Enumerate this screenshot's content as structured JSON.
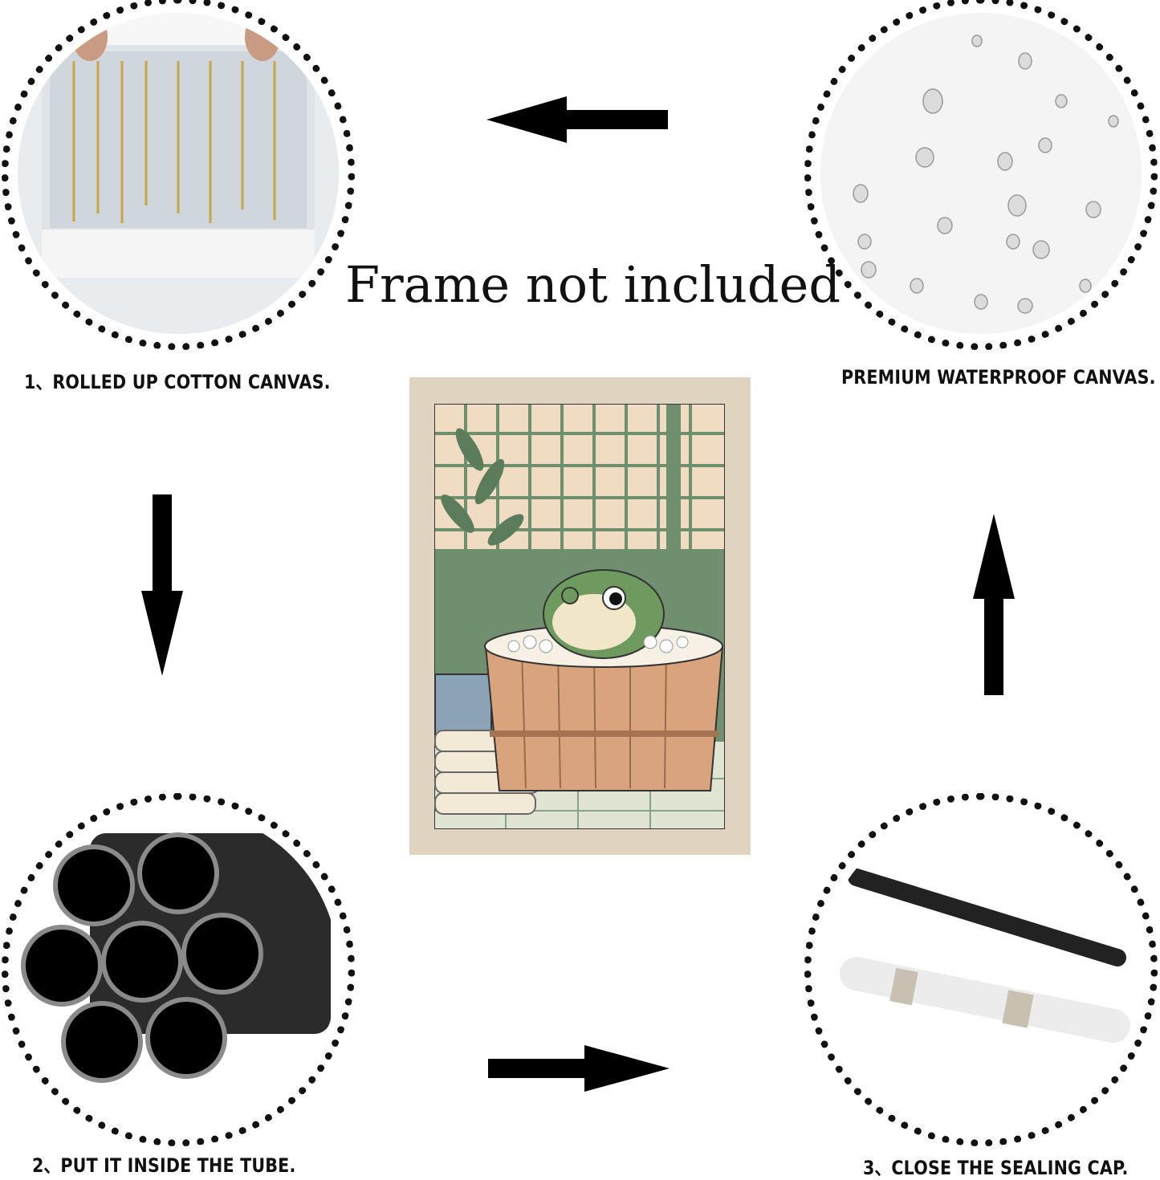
{
  "headline": "Frame not included",
  "steps": [
    {
      "caption": "1、ROLLED UP COTTON  CANVAS.",
      "image": "rolled-canvas-photo"
    },
    {
      "caption": "PREMIUM WATERPROOF CANVAS.",
      "image": "water-droplets-photo"
    },
    {
      "caption": "2、PUT IT INSIDE THE TUBE.",
      "image": "tubes-photo"
    },
    {
      "caption": "3、CLOSE THE SEALING CAP.",
      "image": "sealed-tube-photo"
    }
  ],
  "poster": {
    "subject": "frog-in-bath-artwork"
  },
  "arrows": [
    "arrow-left",
    "arrow-down",
    "arrow-right",
    "arrow-up"
  ],
  "colors": {
    "poster_border": "#e0d4c0",
    "poster_green": "#6f8f6e",
    "tub": "#d9a47d",
    "text": "#111111"
  }
}
